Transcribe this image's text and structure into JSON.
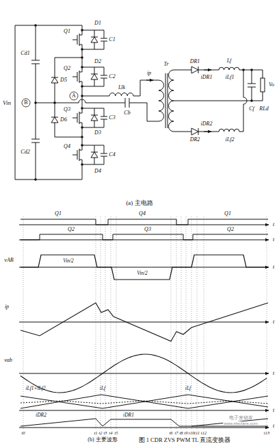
{
  "diagram": {
    "caption": "图 1 CDR ZVS PWM TL 直流变换器",
    "labels": [
      "Vin",
      "Cd1",
      "Cd2",
      "B",
      "D5",
      "D6",
      "Q1",
      "D1",
      "C1",
      "Q2",
      "D2",
      "C2",
      "A",
      "Llk",
      "Cb",
      "ip",
      "Tr",
      "Q3",
      "D3",
      "C3",
      "Q4",
      "D4",
      "C4",
      "DR1",
      "iDR1",
      "Lf",
      "iLf1",
      "Cf",
      "RLd",
      "Vo",
      "iDR2",
      "DR2",
      "iLf2",
      "(a) 主电路",
      "Q1",
      "Q4",
      "Q1",
      "t",
      "Q2",
      "Q3",
      "Q2",
      "t",
      "vAB",
      "Vin/2",
      "t",
      "Vin/2",
      "ip",
      "t",
      "vab",
      "t",
      "iLf1+iLf2",
      "iLf",
      "iLf",
      "t",
      "iDR2",
      "iDR1",
      "t",
      "t0",
      "t1",
      "t2",
      "t3",
      "t4",
      "t5",
      "t6",
      "t7",
      "t8",
      "t9",
      "t10",
      "t11",
      "t12",
      "t13",
      "电子发烧友",
      "www.elecfans.com",
      "(b) 主要波形"
    ]
  }
}
